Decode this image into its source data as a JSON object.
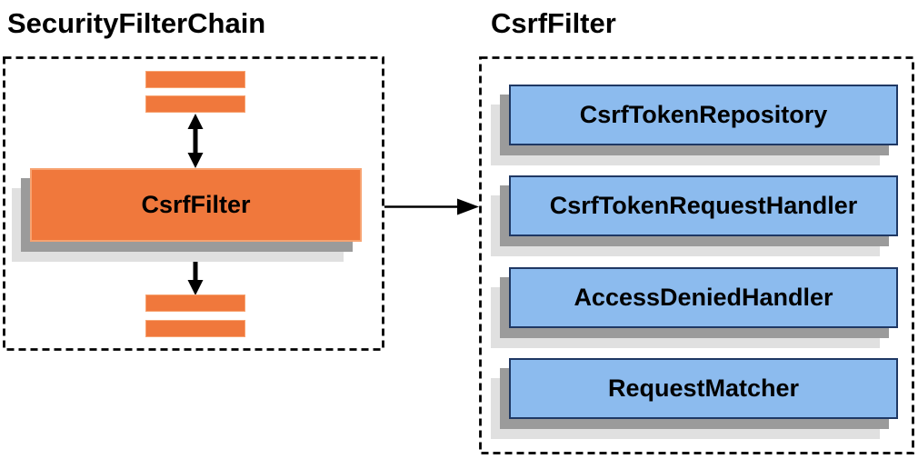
{
  "header": {
    "left_title": "SecurityFilterChain",
    "right_title": "CsrfFilter"
  },
  "security_filter_chain": {
    "csrf_filter_label": "CsrfFilter"
  },
  "csrf_filter_components": [
    {
      "label": "CsrfTokenRepository"
    },
    {
      "label": "CsrfTokenRequestHandler"
    },
    {
      "label": "AccessDeniedHandler"
    },
    {
      "label": "RequestMatcher"
    }
  ],
  "colors": {
    "orange_fill": "#F0783C",
    "orange_border": "#F7A371",
    "blue_fill": "#8CBBEE",
    "blue_border": "#1F3864",
    "shadow_dark": "#9B9B9B",
    "shadow_light": "#E0E0E0",
    "line_color": "#000000"
  }
}
